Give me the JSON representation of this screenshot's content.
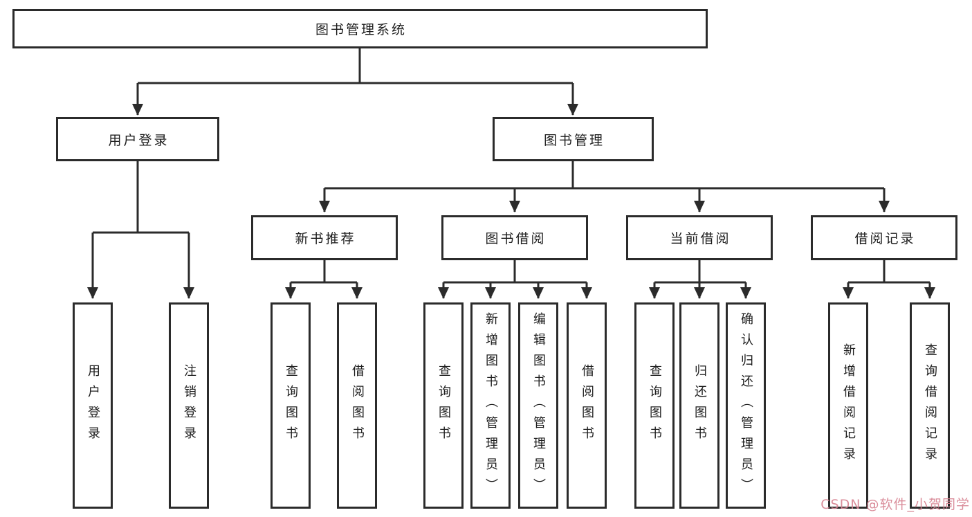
{
  "diagram": {
    "title": "图书管理系统",
    "root": {
      "label": "图书管理系统"
    },
    "branches": [
      {
        "label": "用户登录",
        "leaves": [
          "用户登录",
          "注销登录"
        ]
      },
      {
        "label": "图书管理",
        "children": [
          {
            "label": "新书推荐",
            "leaves": [
              "查询图书",
              "借阅图书"
            ]
          },
          {
            "label": "图书借阅",
            "leaves": [
              "查询图书",
              "新增图书（管理员）",
              "编辑图书（管理员）",
              "借阅图书"
            ]
          },
          {
            "label": "当前借阅",
            "leaves": [
              "查询图书",
              "归还图书",
              "确认归还（管理员）"
            ]
          },
          {
            "label": "借阅记录",
            "leaves": [
              "新增借阅记录",
              "查询借阅记录"
            ]
          }
        ]
      }
    ]
  },
  "watermark": {
    "text": "CSDN @软件_小贺同学",
    "color": "#d78291"
  },
  "colors": {
    "line": "#2b2b2b",
    "box_border": "#2b2b2b",
    "background": "#ffffff",
    "text": "#1d1d1d"
  }
}
